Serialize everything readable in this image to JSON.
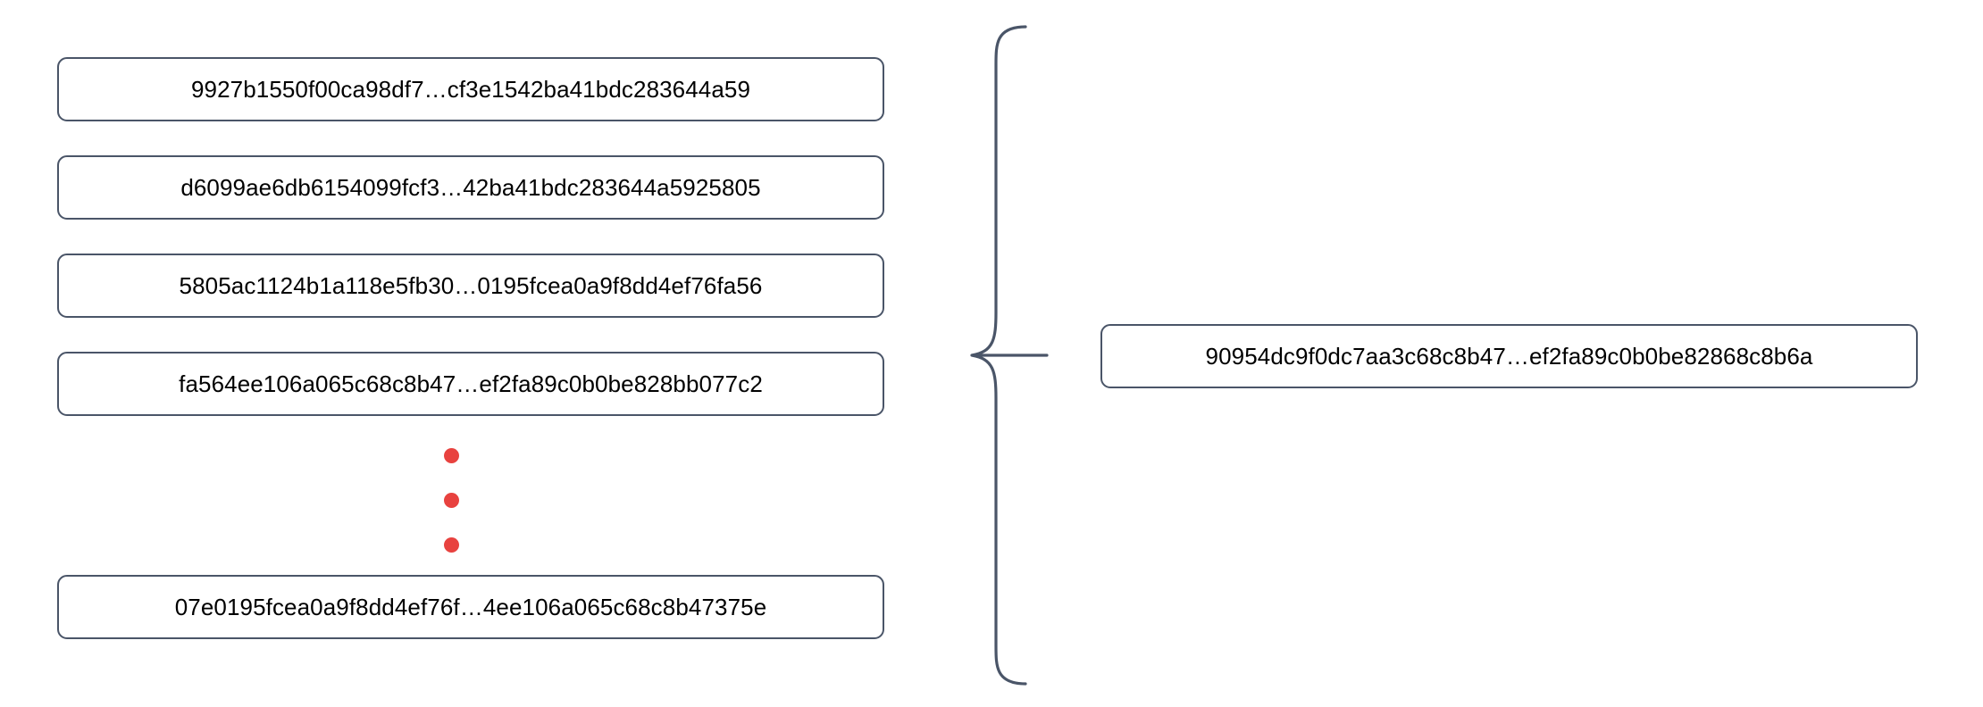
{
  "diagram": {
    "type": "many-to-one-aggregation",
    "inputs": [
      {
        "label": "9927b1550f00ca98df7…cf3e1542ba41bdc283644a59"
      },
      {
        "label": "d6099ae6db6154099fcf3…42ba41bdc283644a5925805"
      },
      {
        "label": "5805ac1124b1a118e5fb30…0195fcea0a9f8dd4ef76fa56"
      },
      {
        "label": "fa564ee106a065c68c8b47…ef2fa89c0b0be828bb077c2"
      },
      {
        "label": "07e0195fcea0a9f8dd4ef76f…4ee106a065c68c8b47375e"
      }
    ],
    "continuation_marker": {
      "name": "vertical-ellipsis-dots",
      "dot_count": 3,
      "color": "#e8423f"
    },
    "connector": {
      "name": "curly-brace",
      "direction": "right",
      "color": "#4a5568"
    },
    "output": {
      "label": "90954dc9f0dc7aa3c68c8b47…ef2fa89c0b0be82868c8b6a"
    },
    "colors": {
      "box_border": "#4a5568",
      "box_fill": "#ffffff",
      "text": "#000000",
      "accent_red": "#e8423f",
      "background": "#ffffff"
    }
  }
}
